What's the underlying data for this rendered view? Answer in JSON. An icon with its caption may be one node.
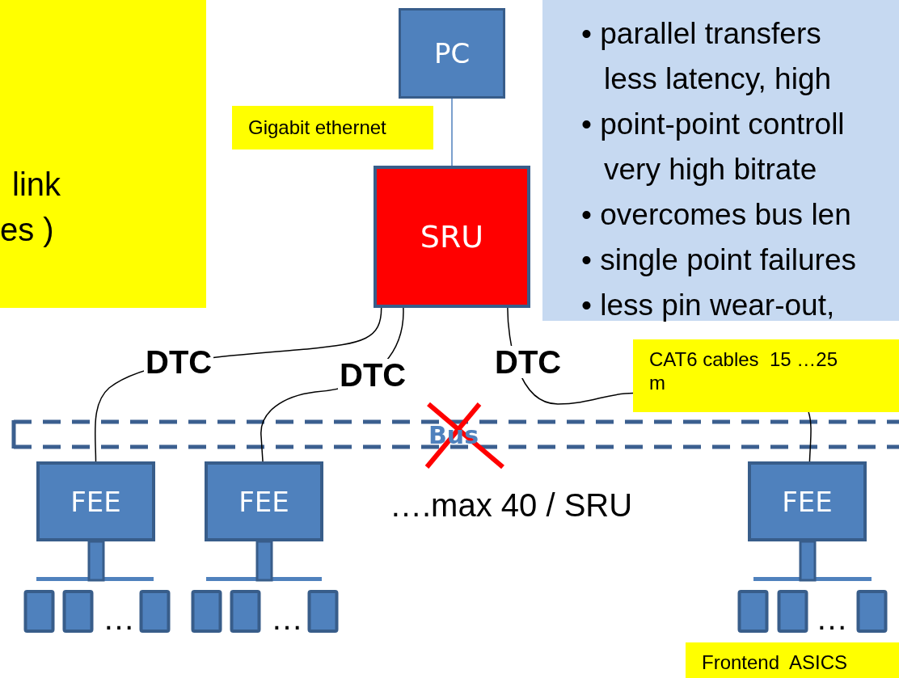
{
  "diagram": {
    "nodes": [
      {
        "text": [
          "link",
          "es )"
        ]
      },
      {
        "text": [
          "PC"
        ]
      },
      {
        "text": [
          "Gigabit ethernet"
        ]
      },
      {
        "text": [
          "SRU"
        ]
      },
      {
        "text": [
          "• parallel transfers less latency, high",
          "• point-point controll very high bitrate",
          "• overcomes bus len",
          "• single point failures",
          "• less pin wear-out,"
        ]
      },
      {
        "text": [
          "CAT6 cables  15 …25 m"
        ]
      },
      {
        "text": [
          "FEE"
        ]
      },
      {
        "text": [
          "FEE"
        ]
      },
      {
        "text": [
          "FEE"
        ]
      },
      {
        "text": [
          "Frontend  ASICS"
        ]
      }
    ],
    "edges": [
      {
        "from": 1,
        "to": 3,
        "arrow": "none",
        "color": "#4f81bd"
      },
      {
        "from": 3,
        "to": 6,
        "arrow": "none",
        "label": "DTC"
      },
      {
        "from": 3,
        "to": 7,
        "arrow": "none",
        "label": "DTC"
      },
      {
        "from": 3,
        "to": 5,
        "arrow": "none",
        "label": "DTC"
      },
      {
        "from": 5,
        "to": 8,
        "arrow": "none"
      }
    ],
    "labels": [
      "Bus",
      "….max 40 / SRU",
      "…",
      "…",
      "…"
    ]
  }
}
